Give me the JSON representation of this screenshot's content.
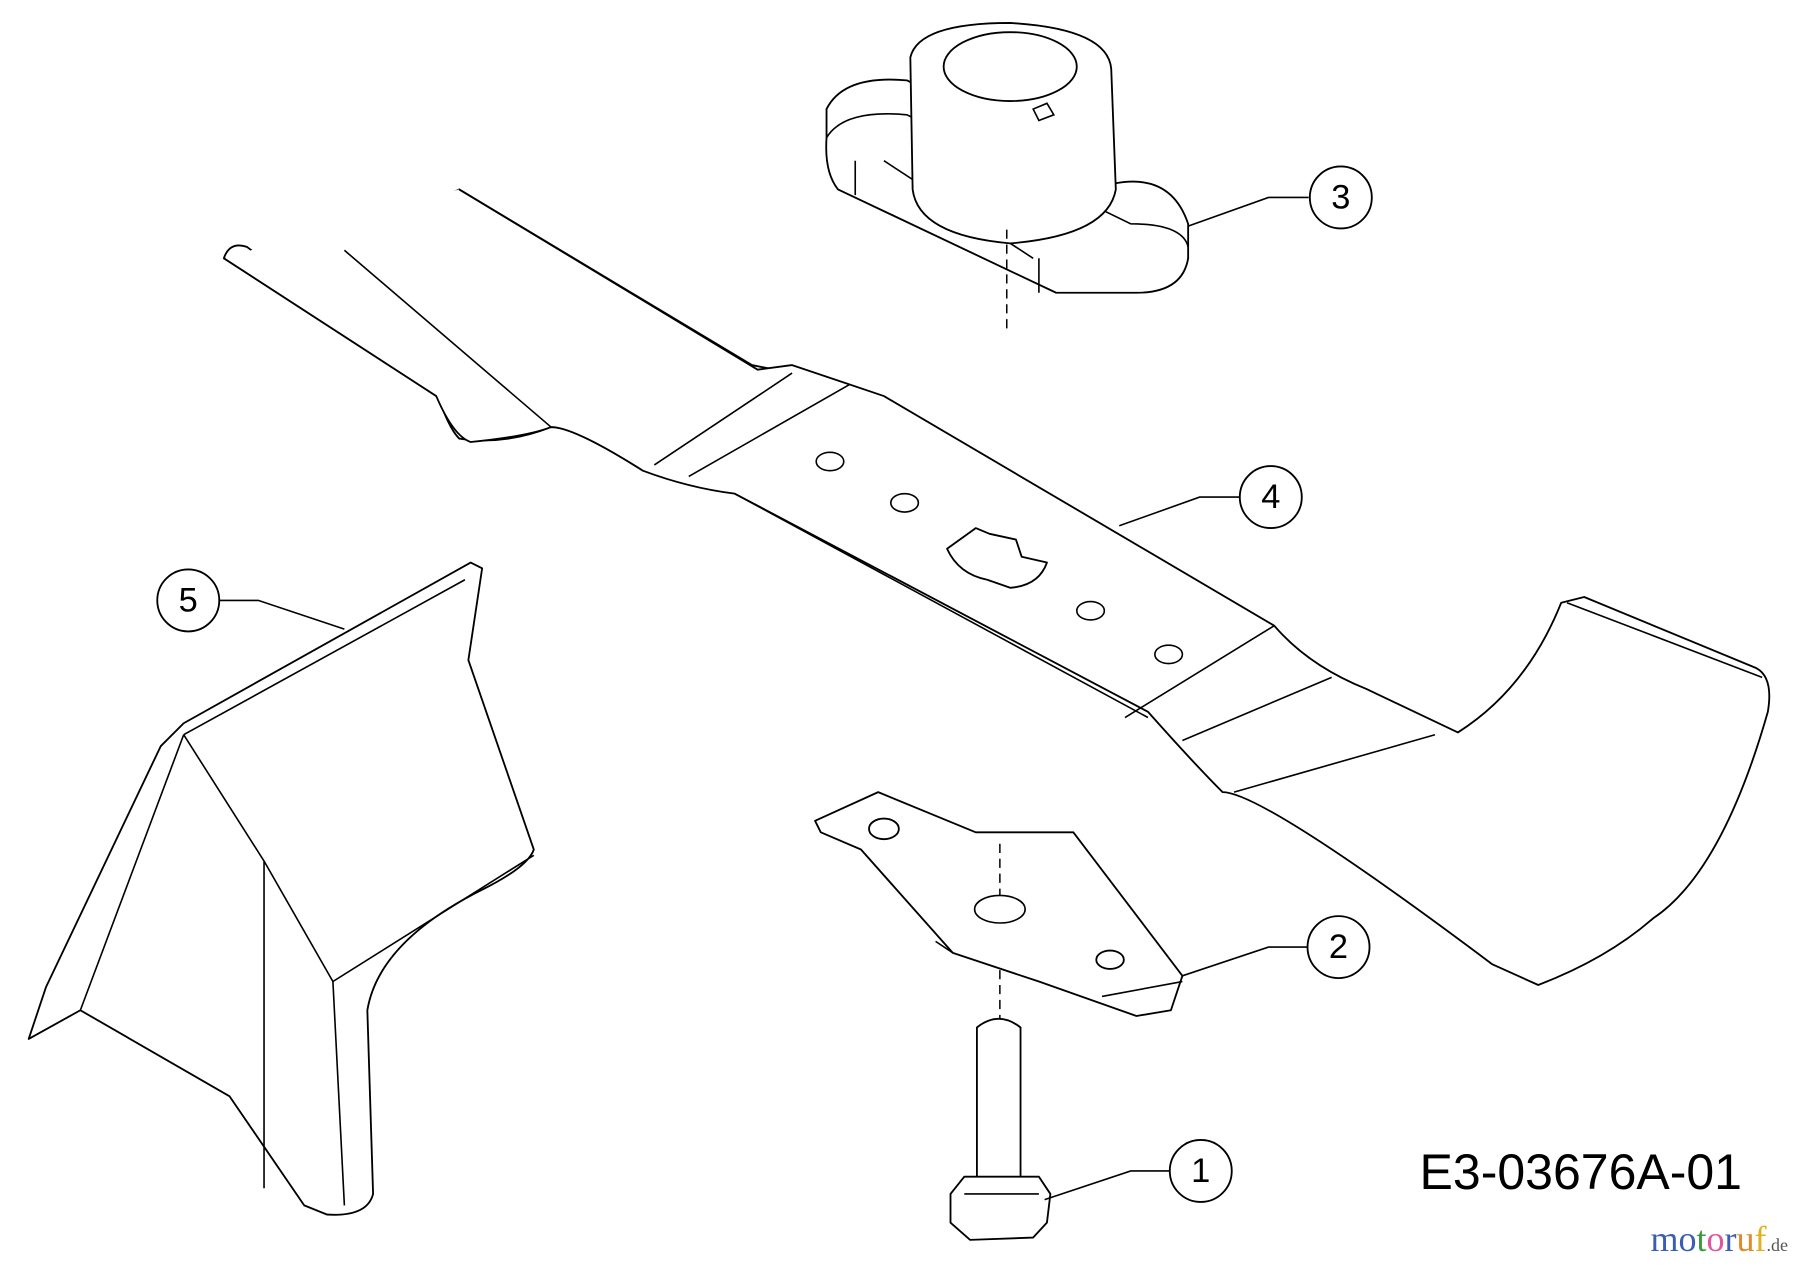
{
  "drawing_code": "E3-03676A-01",
  "watermark": {
    "letters": [
      "m",
      "o",
      "t",
      "o",
      "r",
      "u",
      "f"
    ],
    "colors": [
      "#3b5fb0",
      "#3b5fb0",
      "#3a9b3a",
      "#e0559c",
      "#3b5fb0",
      "#e08a2a",
      "#e0b020"
    ],
    "suffix": ".de"
  },
  "callouts": [
    {
      "number": "1",
      "part": "bolt"
    },
    {
      "number": "2",
      "part": "blade-support"
    },
    {
      "number": "3",
      "part": "blade-adapter"
    },
    {
      "number": "4",
      "part": "mower-blade"
    },
    {
      "number": "5",
      "part": "air-deflector"
    }
  ]
}
